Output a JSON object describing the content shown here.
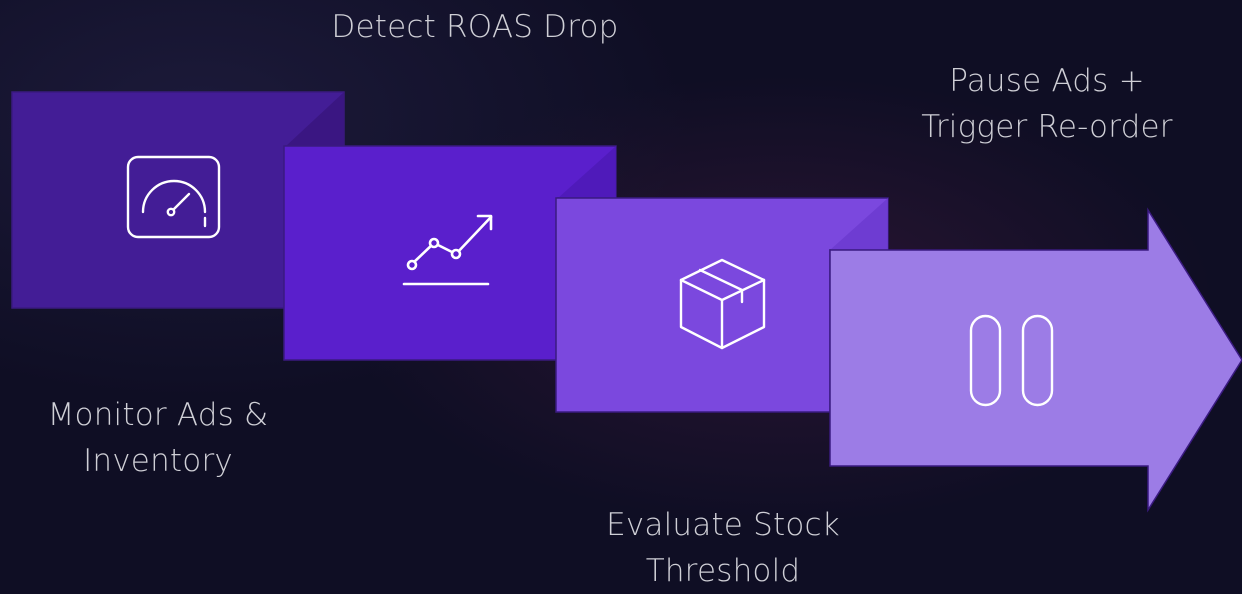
{
  "process": {
    "steps": [
      {
        "id": "monitor",
        "label_lines": [
          "Monitor Ads &",
          "Inventory"
        ],
        "icon": "gauge-icon",
        "fill": "#431d96"
      },
      {
        "id": "detect",
        "label_lines": [
          "Detect ROAS Drop"
        ],
        "icon": "trend-up-icon",
        "fill": "#5a1fcc"
      },
      {
        "id": "evaluate",
        "label_lines": [
          "Evaluate Stock",
          "Threshold"
        ],
        "icon": "package-icon",
        "fill": "#7b48de"
      },
      {
        "id": "pause",
        "label_lines": [
          "Pause Ads +",
          "Trigger Re-order"
        ],
        "icon": "pause-icon",
        "fill": "#9c7ce6"
      }
    ]
  },
  "colors": {
    "background": "#0f0e24",
    "label_text": "#cfcfd6",
    "icon_stroke": "#ffffff",
    "outline": "#3a1a80"
  }
}
